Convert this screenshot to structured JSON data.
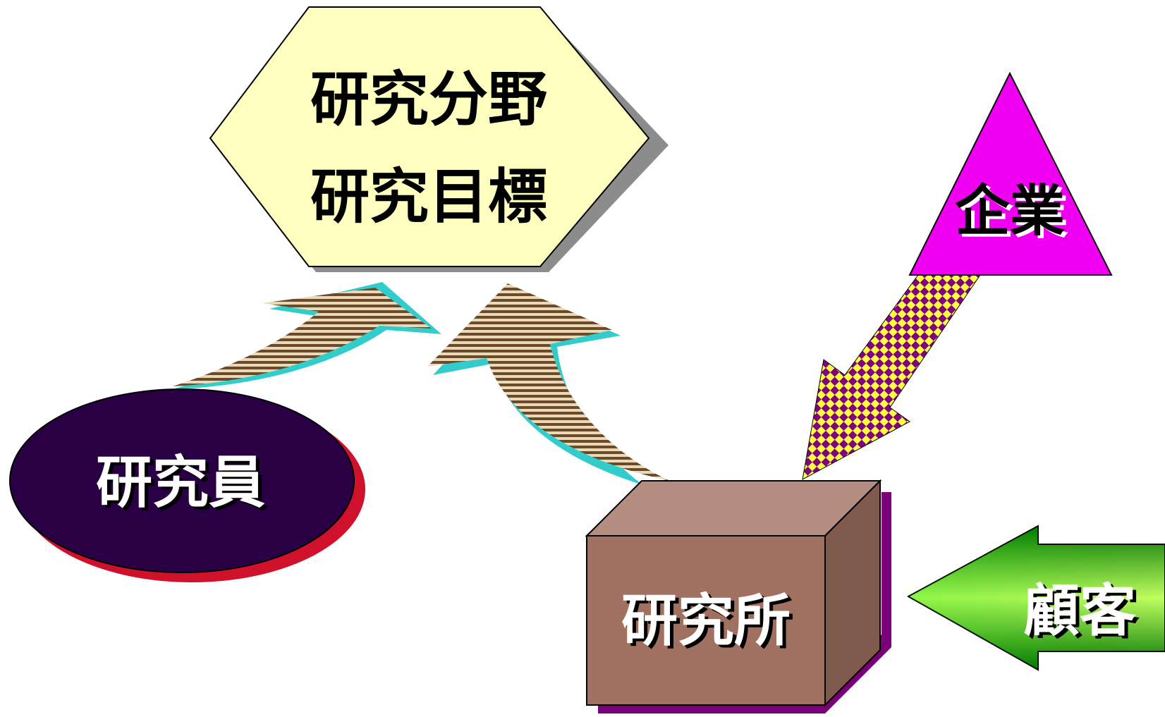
{
  "nodes": {
    "hexagon": {
      "line1": "研究分野",
      "line2": "研究目標",
      "fill": "#FFFFC0",
      "shadow": "#8C8C8C"
    },
    "researcher": {
      "label": "研究員",
      "fill": "#2A0045",
      "shadow": "#D0112B"
    },
    "institute": {
      "label": "研究所",
      "front_fill": "#A07060",
      "top_fill": "#B58C80",
      "side_fill": "#805A4C",
      "shadow": "#7A007A"
    },
    "company": {
      "label": "企業",
      "fill": "#F000F0"
    },
    "customer": {
      "label": "顧客",
      "fill_light": "#C0FF60",
      "fill_dark": "#007000"
    }
  },
  "arrows": {
    "striped": {
      "stripe_dark": "#6B4A2A",
      "stripe_light": "#EAD9B8",
      "edge": "#33CCCC"
    },
    "checker": {
      "color_a": "#800080",
      "color_b": "#FFFF40"
    }
  }
}
